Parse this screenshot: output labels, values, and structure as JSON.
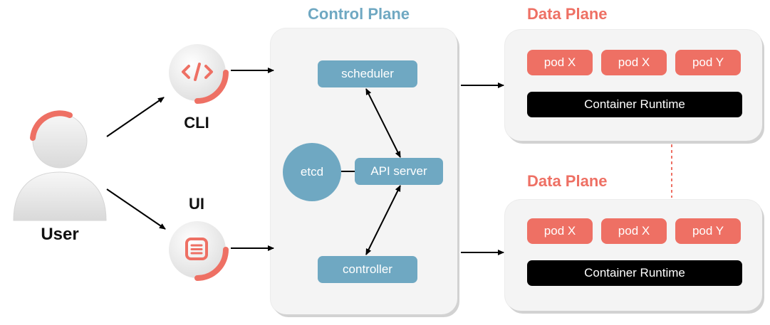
{
  "user": {
    "label": "User"
  },
  "clients": {
    "cli": {
      "label": "CLI",
      "icon": "code-icon"
    },
    "ui": {
      "label": "UI",
      "icon": "document-icon"
    }
  },
  "control_plane": {
    "title": "Control Plane",
    "components": {
      "scheduler": "scheduler",
      "api_server": "API server",
      "controller": "controller",
      "etcd": "etcd"
    }
  },
  "data_planes": [
    {
      "title": "Data Plane",
      "pods": [
        "pod X",
        "pod X",
        "pod Y"
      ],
      "runtime": "Container Runtime"
    },
    {
      "title": "Data Plane",
      "pods": [
        "pod X",
        "pod X",
        "pod Y"
      ],
      "runtime": "Container Runtime"
    }
  ],
  "colors": {
    "control_accent": "#6fa8c2",
    "data_accent": "#ee7064",
    "runtime_bg": "#000000",
    "box_bg": "#f4f4f4"
  }
}
